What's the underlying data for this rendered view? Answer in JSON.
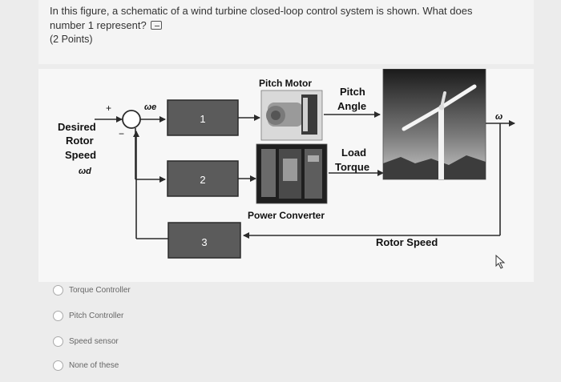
{
  "question": {
    "line1": "In this figure, a schematic of a wind turbine closed-loop control system is shown. What does",
    "line2": "number 1 represent?",
    "points": "(2 Points)"
  },
  "diagram": {
    "sum_plus": "+",
    "sum_minus": "−",
    "error_symbol": "ωe",
    "input_label": [
      "Desired",
      "Rotor",
      "Speed"
    ],
    "input_symbol": "ωd",
    "block_1": "1",
    "block_2": "2",
    "block_3": "3",
    "pitch_motor_label": "Pitch Motor",
    "power_converter_label": "Power Converter",
    "pitch_angle_label": [
      "Pitch",
      "Angle"
    ],
    "load_torque_label": [
      "Load",
      "Torque"
    ],
    "output_symbol": "ω",
    "rotor_speed_label": "Rotor Speed"
  },
  "options": [
    {
      "label": "Torque Controller"
    },
    {
      "label": "Pitch Controller"
    },
    {
      "label": "Speed sensor"
    },
    {
      "label": "None of these"
    }
  ],
  "colors": {
    "block_fill": "#5b5b5b",
    "line": "#2b2b2b"
  }
}
